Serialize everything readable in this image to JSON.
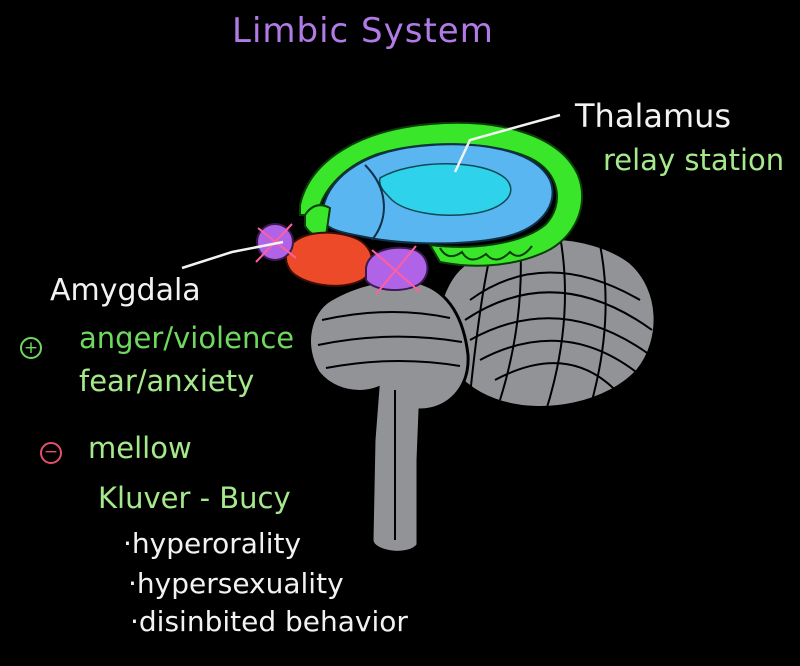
{
  "title": "Limbic System",
  "thalamus": {
    "name": "Thalamus",
    "role": "relay station"
  },
  "amygdala": {
    "name": "Amygdala",
    "positive_sign": "+",
    "positive_effects": [
      "anger/violence",
      "fear/anxiety"
    ],
    "negative_sign": "−",
    "negative_effect": "mellow",
    "syndrome": "Kluver - Bucy",
    "syndrome_features": [
      "·hyperorality",
      "·hypersexuality",
      "·disinbited behavior"
    ]
  },
  "colors": {
    "title": "#b07be6",
    "limbic_ring": "#39e62a",
    "thalamus": "#5ab6f0",
    "thalamus_inner": "#2ed2ea",
    "amygdala": "#ec4a28",
    "lesion_sites": "#b063e6",
    "lesion_mark": "#ff5fa0",
    "brainstem": "#929397"
  }
}
